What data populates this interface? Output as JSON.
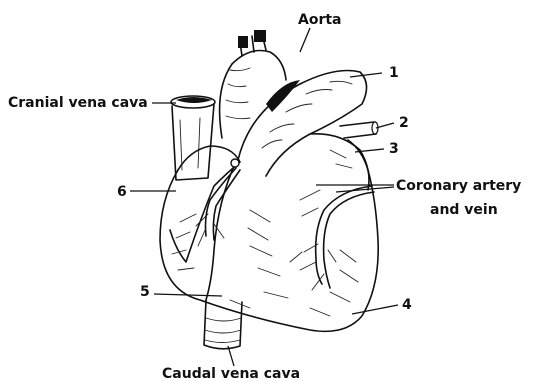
{
  "labels": {
    "aorta": "Aorta",
    "cranial_vena_cava": "Cranial vena cava",
    "coronary_line1": "Coronary artery",
    "coronary_line2": "and vein",
    "caudal_vena_cava": "Caudal vena cava"
  },
  "numbers": {
    "n1": "1",
    "n2": "2",
    "n3": "3",
    "n4": "4",
    "n5": "5",
    "n6": "6"
  },
  "colors": {
    "ink": "#111111",
    "background": "#ffffff"
  }
}
